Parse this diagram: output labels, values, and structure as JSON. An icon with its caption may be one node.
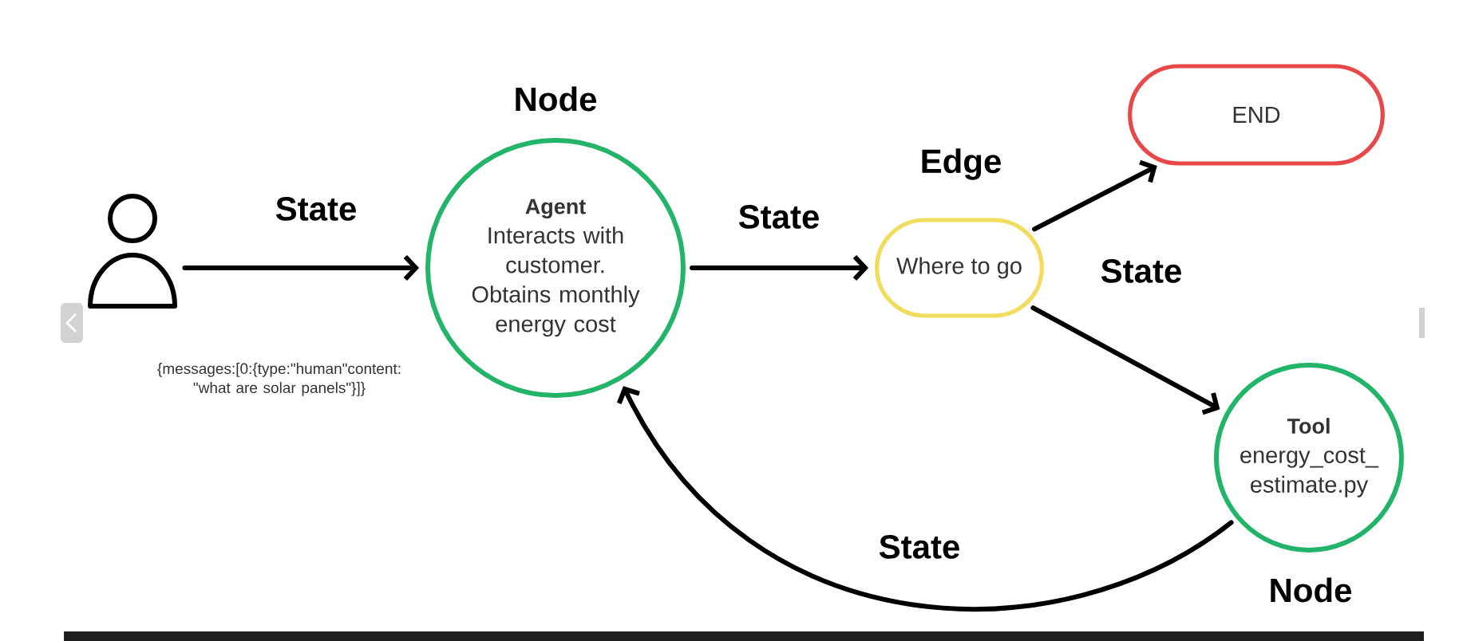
{
  "diagram": {
    "nodes": [
      {
        "text": [],
        "shape": "person"
      },
      {
        "text": [
          "Agent",
          "Interacts with customer. Obtains monthly energy cost"
        ],
        "beside": [
          "Node"
        ]
      },
      {
        "text": [
          "Where to go"
        ],
        "beside": [
          "Edge"
        ]
      },
      {
        "text": [
          "END"
        ]
      },
      {
        "text": [
          "Tool",
          "energy_cost_ estimate.py"
        ],
        "beside": [
          "Node"
        ]
      }
    ],
    "edges": [
      {
        "from": 0,
        "to": 1,
        "arrow": "to",
        "label": "State"
      },
      {
        "from": 1,
        "to": 2,
        "arrow": "to",
        "label": "State"
      },
      {
        "from": 2,
        "to": 3,
        "arrow": "to"
      },
      {
        "from": 2,
        "to": 4,
        "arrow": "to"
      },
      {
        "from": 4,
        "to": 1,
        "arrow": "to",
        "label": "State"
      }
    ],
    "labels": [
      "State",
      "{messages:[0:{type:\"human\"content: \"what are solar panels\"}]}"
    ]
  }
}
